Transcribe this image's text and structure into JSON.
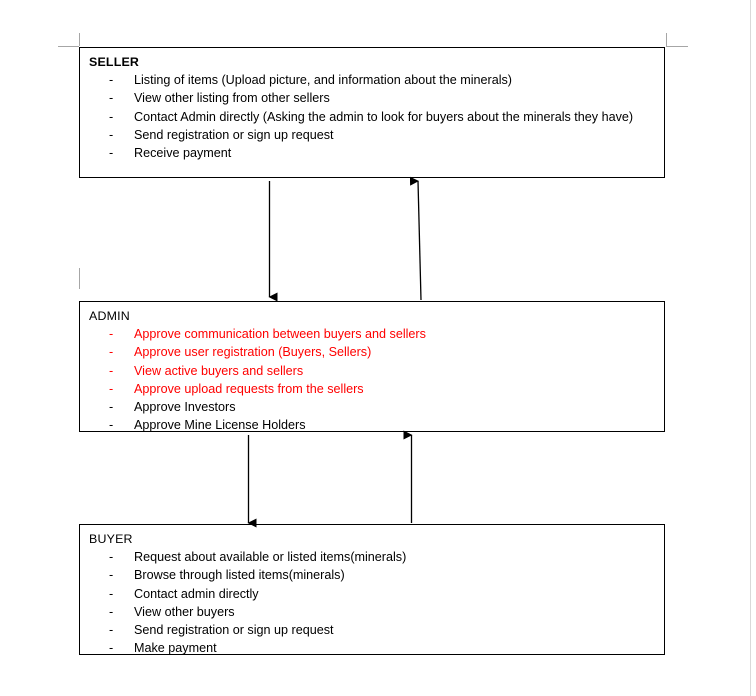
{
  "document": {
    "title": "Actor Responsibilities Diagram",
    "accent_red": "#ff0000",
    "text_black": "#000000",
    "guide_gray": "#a6a6a6"
  },
  "boxes": [
    {
      "id": "seller",
      "title": "SELLER",
      "items": [
        {
          "text": "Listing of items (Upload picture, and information about the minerals)",
          "color": "black"
        },
        {
          "text": "View other listing from other sellers",
          "color": "black"
        },
        {
          "text": "Contact Admin directly (Asking the admin to look for buyers about the minerals they have)",
          "color": "black"
        },
        {
          "text": "Send registration or sign up request",
          "color": "black"
        },
        {
          "text": "Receive payment",
          "color": "black"
        }
      ]
    },
    {
      "id": "admin",
      "title": "ADMIN",
      "items": [
        {
          "text": "Approve communication between buyers and sellers",
          "color": "red"
        },
        {
          "text": "Approve user registration (Buyers, Sellers)",
          "color": "red"
        },
        {
          "text": "View active buyers and sellers",
          "color": "red"
        },
        {
          "text": "Approve upload requests from the sellers",
          "color": "red"
        },
        {
          "text": "Approve Investors",
          "color": "black"
        },
        {
          "text": "Approve Mine License Holders",
          "color": "black"
        }
      ]
    },
    {
      "id": "buyer",
      "title": "BUYER",
      "items": [
        {
          "text": "Request about available or listed items(minerals)",
          "color": "black"
        },
        {
          "text": "Browse through listed items(minerals)",
          "color": "black"
        },
        {
          "text": "Contact admin directly",
          "color": "black"
        },
        {
          "text": "View other buyers",
          "color": "black"
        },
        {
          "text": "Send registration or sign up request",
          "color": "black"
        },
        {
          "text": "Make payment",
          "color": "black"
        }
      ]
    }
  ],
  "bullet": {
    "dash": "-"
  },
  "connectors": [
    {
      "id": "seller-to-admin",
      "direction": "down",
      "from": "seller",
      "to": "admin"
    },
    {
      "id": "admin-to-seller",
      "direction": "up",
      "from": "admin",
      "to": "seller"
    },
    {
      "id": "admin-to-buyer",
      "direction": "down",
      "from": "admin",
      "to": "buyer"
    },
    {
      "id": "buyer-to-admin",
      "direction": "up",
      "from": "buyer",
      "to": "admin"
    }
  ]
}
